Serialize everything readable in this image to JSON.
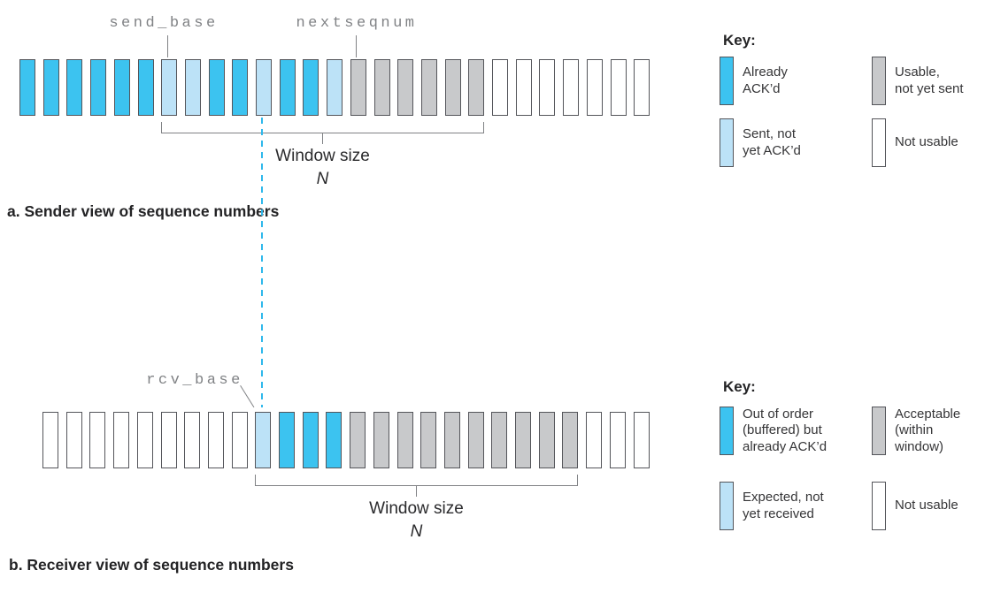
{
  "palette": {
    "dark": "#3CC3F0",
    "light": "#BCE2F7",
    "gray": "#C8C9CB",
    "white": "#FFFFFF"
  },
  "line_colors": {
    "box_border": "#54555A",
    "bracket": "#808285",
    "dashed_alignment_line": "#2EB8EB",
    "pointer_label_text": "#808285"
  },
  "diagram": {
    "sender": {
      "caption": "a. Sender view of sequence numbers",
      "pointer_labels": {
        "send_base": "send_base",
        "nextseqnum": "nextseqnum"
      },
      "window_label": "Window size",
      "window_size_symbol": "N",
      "boxes": [
        "dark",
        "dark",
        "dark",
        "dark",
        "dark",
        "dark",
        "light",
        "light",
        "dark",
        "dark",
        "light",
        "dark",
        "dark",
        "light",
        "gray",
        "gray",
        "gray",
        "gray",
        "gray",
        "gray",
        "white",
        "white",
        "white",
        "white",
        "white",
        "white",
        "white"
      ]
    },
    "receiver": {
      "caption": "b. Receiver view of sequence numbers",
      "pointer_labels": {
        "rcv_base": "rcv_base"
      },
      "window_label": "Window size",
      "window_size_symbol": "N",
      "boxes": [
        "white",
        "white",
        "white",
        "white",
        "white",
        "white",
        "white",
        "white",
        "white",
        "light",
        "dark",
        "dark",
        "dark",
        "gray",
        "gray",
        "gray",
        "gray",
        "gray",
        "gray",
        "gray",
        "gray",
        "gray",
        "gray",
        "white",
        "white",
        "white"
      ]
    }
  },
  "keys": {
    "sender": {
      "title": "Key:",
      "items": [
        {
          "type": "dark",
          "label": "Already\nACK’d"
        },
        {
          "type": "gray",
          "label": "Usable,\nnot yet sent"
        },
        {
          "type": "light",
          "label": "Sent, not\nyet ACK’d"
        },
        {
          "type": "white",
          "label": "Not usable"
        }
      ]
    },
    "receiver": {
      "title": "Key:",
      "items": [
        {
          "type": "dark",
          "label": "Out of order\n(buffered) but\nalready ACK’d"
        },
        {
          "type": "gray",
          "label": "Acceptable\n(within\nwindow)"
        },
        {
          "type": "light",
          "label": "Expected, not\nyet received"
        },
        {
          "type": "white",
          "label": "Not usable"
        }
      ]
    }
  },
  "semantics": {
    "sender": {
      "dark": "already-ackd",
      "light": "sent-not-yet-ackd",
      "gray": "usable-not-yet-sent",
      "white": "not-usable"
    },
    "receiver": {
      "dark": "out-of-order-buffered-already-ackd",
      "light": "expected-not-yet-received",
      "gray": "acceptable-within-window",
      "white": "not-usable"
    }
  }
}
